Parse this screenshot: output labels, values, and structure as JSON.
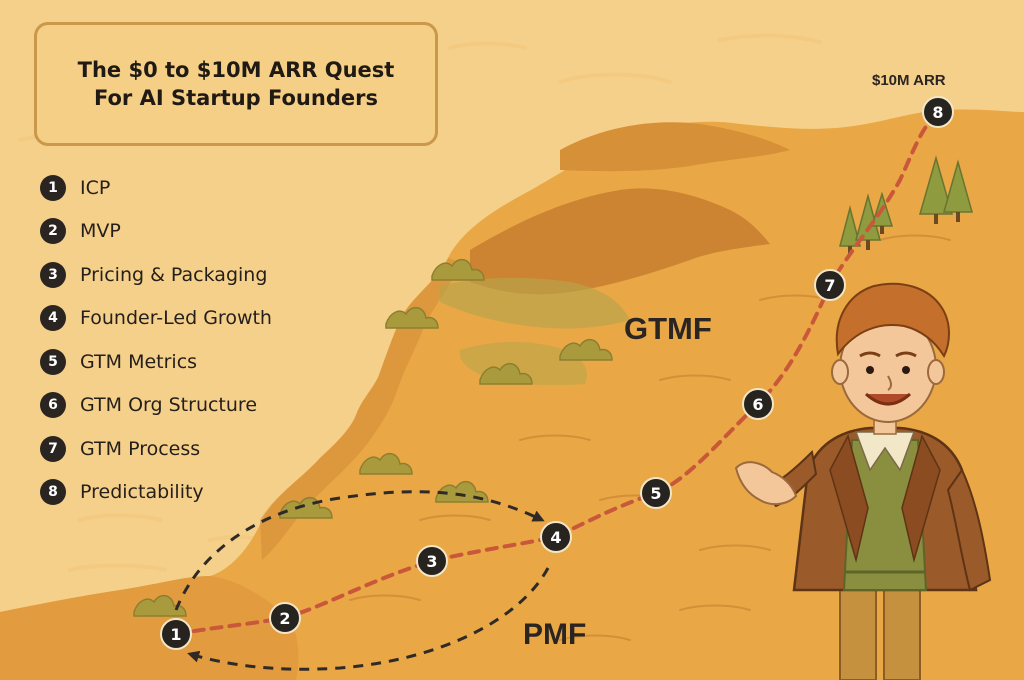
{
  "title": {
    "line1": "The $0 to $10M ARR Quest",
    "line2": "For AI Startup Founders"
  },
  "legend": [
    {
      "num": "1",
      "label": "ICP"
    },
    {
      "num": "2",
      "label": "MVP"
    },
    {
      "num": "3",
      "label": "Pricing & Packaging"
    },
    {
      "num": "4",
      "label": "Founder-Led Growth"
    },
    {
      "num": "5",
      "label": "GTM Metrics"
    },
    {
      "num": "6",
      "label": "GTM Org Structure"
    },
    {
      "num": "7",
      "label": "GTM Process"
    },
    {
      "num": "8",
      "label": "Predictability"
    }
  ],
  "regions": {
    "gtmf": "GTMF",
    "pmf": "PMF"
  },
  "goal": "$10M ARR",
  "milestones": [
    "1",
    "2",
    "3",
    "4",
    "5",
    "6",
    "7",
    "8"
  ],
  "colors": {
    "sky": "#f5d08a",
    "land": "#e9a746",
    "land_dark": "#d88c35",
    "path": "#c9573a",
    "loop_arrow": "#2f2a26",
    "title_box": "#f6cf86"
  },
  "icons": {
    "character": "founder-character",
    "trees": "pine-tree-icon",
    "bushes": "bush-icon"
  }
}
